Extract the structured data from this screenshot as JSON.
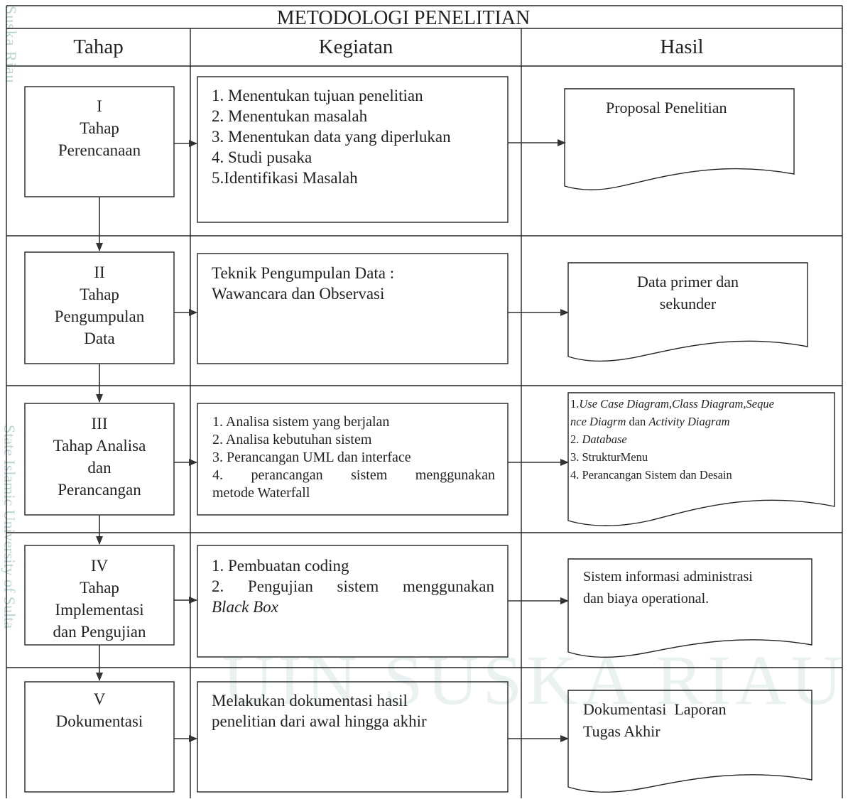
{
  "title": "METODOLOGI PENELITIAN",
  "columns": [
    "Tahap",
    "Kegiatan",
    "Hasil"
  ],
  "watermark": {
    "left_text": "Suska Riau",
    "left_text_2": "State Islamic University of Sulta",
    "center_text": "UIN SUSKA RIAU"
  },
  "stages": [
    {
      "numeral": "I",
      "name_lines": [
        "Tahap",
        "Perencanaan"
      ],
      "kegiatan": [
        "1. Menentukan tujuan penelitian",
        "2. Menentukan masalah",
        "3. Menentukan data yang diperlukan",
        "4. Studi pusaka",
        "5.Identifikasi Masalah"
      ],
      "hasil": [
        "Proposal Penelitian"
      ]
    },
    {
      "numeral": "II",
      "name_lines": [
        "Tahap",
        "Pengumpulan",
        "Data"
      ],
      "kegiatan": [
        "Teknik Pengumpulan Data :",
        "Wawancara dan Observasi"
      ],
      "hasil": [
        "Data primer dan",
        "sekunder"
      ]
    },
    {
      "numeral": "III",
      "name_lines": [
        "Tahap Analisa",
        "dan",
        "Perancangan"
      ],
      "kegiatan": [
        "1. Analisa sistem yang berjalan",
        "2. Analisa kebutuhan sistem",
        "3. Perancangan UML dan interface",
        "4. perancangan sistem menggunakan",
        "metode Waterfall"
      ],
      "hasil_parts": {
        "l1_a": "1.",
        "l1_b": "Use Case Diagram,Class Diagram,Seque",
        "l2_a": "nce Diagrm",
        "l2_b": " dan ",
        "l2_c": "Activity Diagram",
        "l3_a": "2. ",
        "l3_b": "Database",
        "l4": "3. StrukturMenu",
        "l5": "4. Perancangan Sistem dan Desain"
      }
    },
    {
      "numeral": "IV",
      "name_lines": [
        "Tahap",
        "Implementasi",
        "dan Pengujian"
      ],
      "kegiatan": [
        "1. Pembuatan coding",
        "2. Pengujian sistem menggunakan",
        "Black Box"
      ],
      "hasil": [
        "Sistem informasi administrasi",
        "dan biaya operational."
      ]
    },
    {
      "numeral": "V",
      "name_lines": [
        "Dokumentasi"
      ],
      "kegiatan": [
        "Melakukan dokumentasi hasil",
        "penelitian dari awal hingga akhir"
      ],
      "hasil": [
        "Dokumentasi  Laporan",
        "Tugas Akhir"
      ]
    }
  ]
}
